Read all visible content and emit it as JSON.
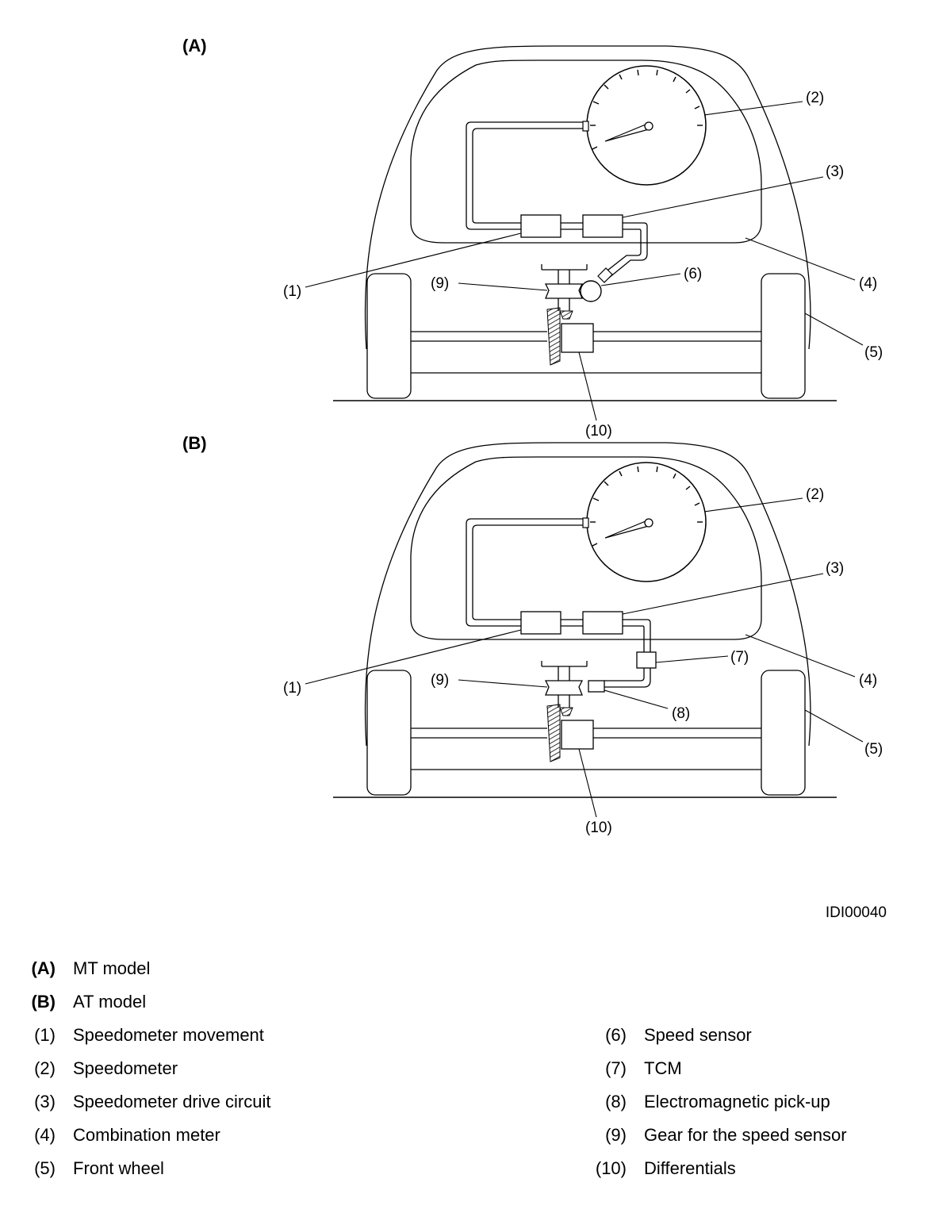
{
  "panels": [
    {
      "id": "A",
      "label": "(A)"
    },
    {
      "id": "B",
      "label": "(B)"
    }
  ],
  "callouts": {
    "c1": "(1)",
    "c2": "(2)",
    "c3": "(3)",
    "c4": "(4)",
    "c5": "(5)",
    "c6": "(6)",
    "c7": "(7)",
    "c8": "(8)",
    "c9": "(9)",
    "c10": "(10)"
  },
  "figure_id": "IDI00040",
  "legend": {
    "left": [
      {
        "key": "(A)",
        "text": "MT model"
      },
      {
        "key": "(B)",
        "text": "AT model"
      },
      {
        "key": "(1)",
        "text": "Speedometer movement"
      },
      {
        "key": "(2)",
        "text": "Speedometer"
      },
      {
        "key": "(3)",
        "text": "Speedometer drive circuit"
      },
      {
        "key": "(4)",
        "text": "Combination meter"
      },
      {
        "key": "(5)",
        "text": "Front wheel"
      }
    ],
    "right": [
      {
        "key": "(6)",
        "text": "Speed sensor"
      },
      {
        "key": "(7)",
        "text": "TCM"
      },
      {
        "key": "(8)",
        "text": "Electromagnetic pick-up"
      },
      {
        "key": "(9)",
        "text": "Gear for the speed sensor"
      },
      {
        "key": "(10)",
        "text": "Differentials"
      }
    ]
  }
}
